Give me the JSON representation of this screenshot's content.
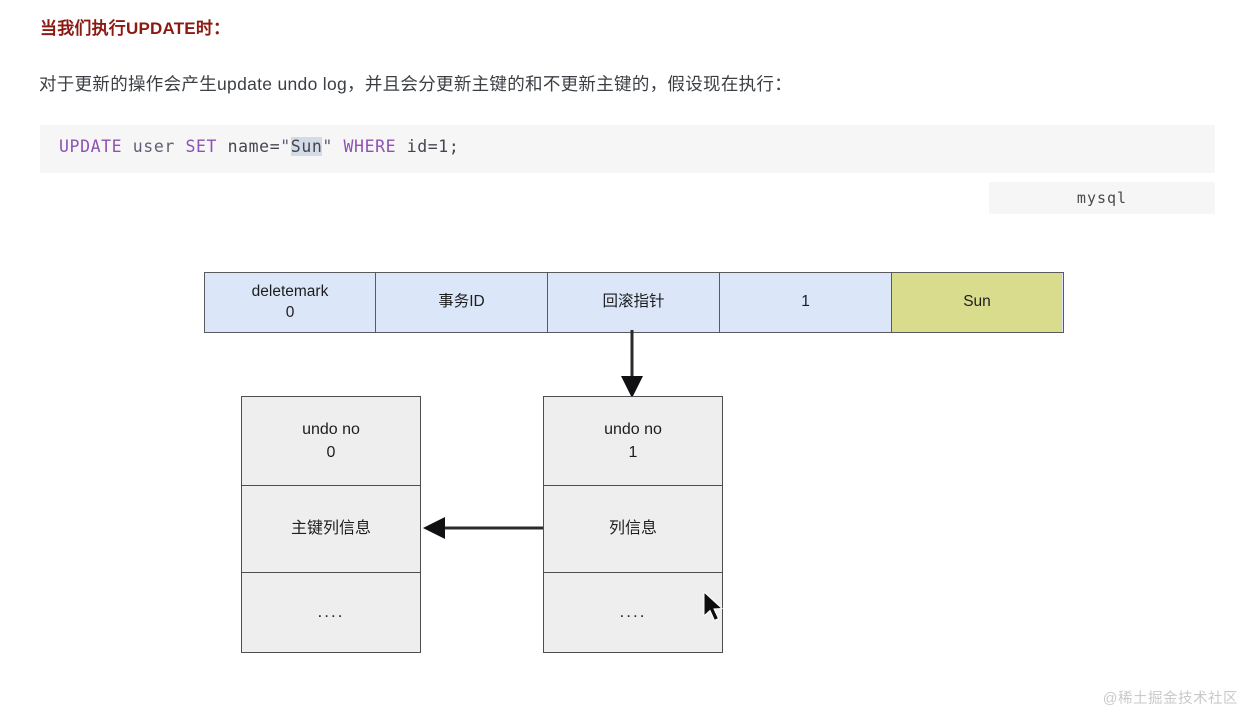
{
  "article": {
    "heading": "当我们执行UPDATE时：",
    "paragraph": "对于更新的操作会产生update undo log，并且会分更新主键的和不更新主键的，假设现在执行："
  },
  "code": {
    "language_label": "mysql",
    "tokens": [
      {
        "text": "UPDATE",
        "type": "keyword"
      },
      {
        "text": " ",
        "type": "plain"
      },
      {
        "text": "user",
        "type": "identifier"
      },
      {
        "text": " ",
        "type": "plain"
      },
      {
        "text": "SET",
        "type": "keyword"
      },
      {
        "text": " name=",
        "type": "plain"
      },
      {
        "text": "\"",
        "type": "string"
      },
      {
        "text": "Sun",
        "type": "selected"
      },
      {
        "text": "\"",
        "type": "string"
      },
      {
        "text": " ",
        "type": "plain"
      },
      {
        "text": "WHERE",
        "type": "keyword"
      },
      {
        "text": " id=1;",
        "type": "plain"
      }
    ],
    "full_text": "UPDATE user SET name=\"Sun\" WHERE id=1;",
    "selection": "Sun"
  },
  "colors": {
    "heading": "#8b1a13",
    "record_row_fill": "#dbe7f8",
    "record_name_fill": "#d9dc8c",
    "undo_fill": "#eeeeee",
    "border": "#5a5a5e",
    "code_bg": "#f6f6f7",
    "keyword": "#8c52b5",
    "selection": "#d3dbe7"
  },
  "diagram": {
    "record_row": {
      "cells": [
        {
          "label": "deletemark",
          "value": "0",
          "fill": "blue"
        },
        {
          "label": "事务ID",
          "value": "",
          "fill": "blue"
        },
        {
          "label": "回滚指针",
          "value": "",
          "fill": "blue"
        },
        {
          "label": "1",
          "value": "",
          "fill": "blue"
        },
        {
          "label": "Sun",
          "value": "",
          "fill": "olive"
        }
      ]
    },
    "undo_logs": [
      {
        "id": "undo-left",
        "title": "undo no",
        "number": "0",
        "middle": "主键列信息",
        "tail": "...."
      },
      {
        "id": "undo-right",
        "title": "undo no",
        "number": "1",
        "middle": "列信息",
        "tail": "...."
      }
    ],
    "arrows": [
      {
        "name": "rollback-pointer-arrow",
        "direction": "down"
      },
      {
        "name": "undo-chain-arrow",
        "direction": "left"
      }
    ]
  },
  "watermark": "@稀土掘金技术社区"
}
